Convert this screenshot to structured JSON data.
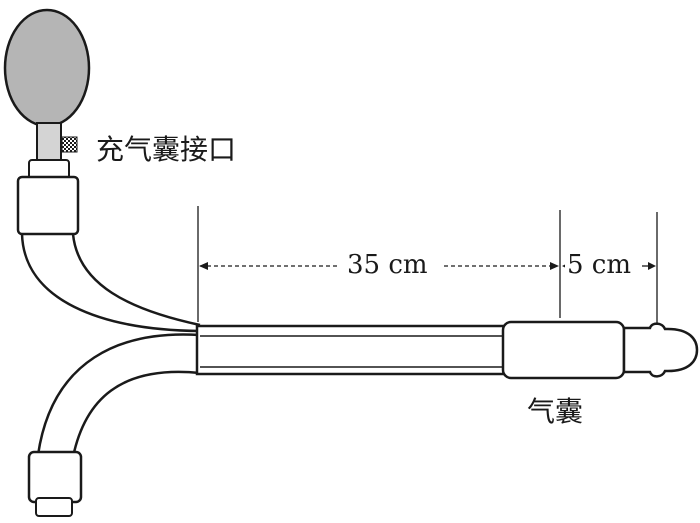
{
  "labels": {
    "inflation_port": "充气囊接口",
    "balloon": "气囊",
    "length_main": "35 cm",
    "length_balloon": "5 cm"
  },
  "colors": {
    "line": "#1a1a1a",
    "bulb_fill": "#b5b5b5",
    "neck_fill": "#d4d4d4",
    "background": "#ffffff"
  }
}
